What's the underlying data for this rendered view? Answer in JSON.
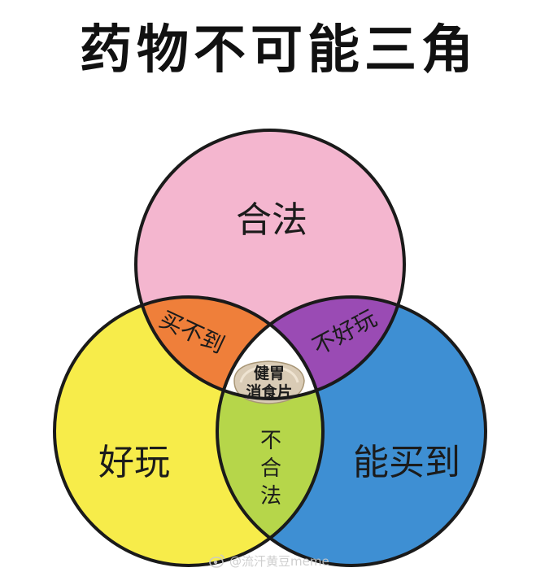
{
  "title": "药物不可能三角",
  "circles": {
    "legal": {
      "label": "合法",
      "color": "#f4b6cf"
    },
    "fun": {
      "label": "好玩",
      "color": "#f7ec4a"
    },
    "available": {
      "label": "能买到",
      "color": "#3e8fd3"
    }
  },
  "intersections": {
    "legal_fun": {
      "label": "买不到",
      "color": "#ef7f3a"
    },
    "legal_available": {
      "label": "不好玩",
      "color": "#9a4bb4"
    },
    "fun_available": {
      "label": "不合法",
      "color": "#b6d64a"
    },
    "all_three": {
      "line1": "健胃",
      "line2": "消食片"
    }
  },
  "watermark": "@流汗黄豆meme"
}
